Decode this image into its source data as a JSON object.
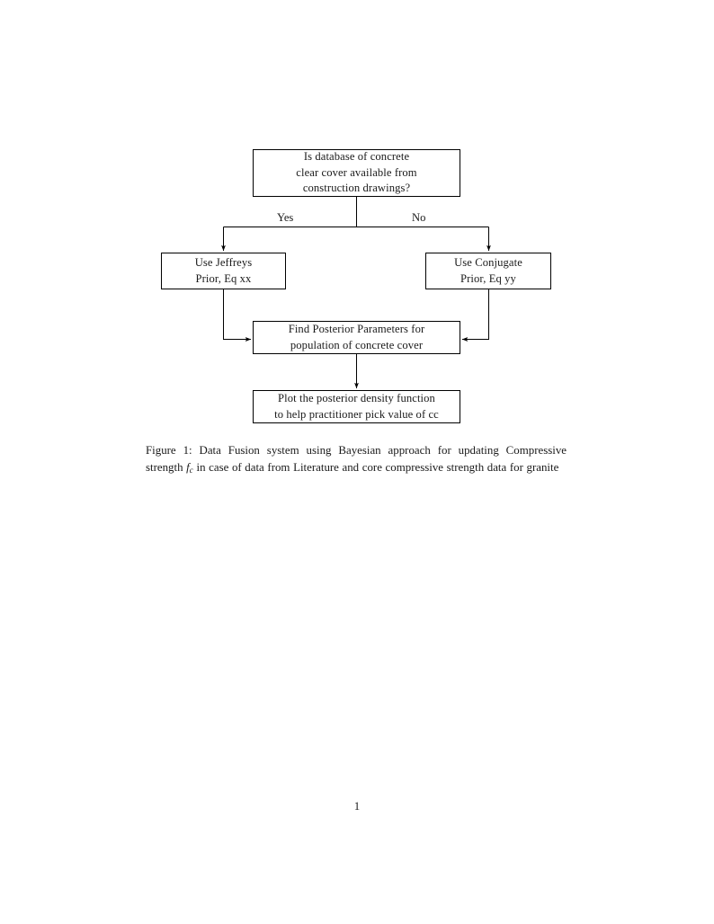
{
  "document": {
    "page_number": "1",
    "background_color": "#ffffff",
    "text_color": "#1a1a1a",
    "line_color": "#000000"
  },
  "figure": {
    "nodes": {
      "decision": {
        "lines": [
          "Is database of concrete",
          "clear cover available from",
          "construction drawings?"
        ]
      },
      "jeffreys": {
        "lines": [
          "Use Jeffreys",
          "Prior, Eq xx"
        ]
      },
      "conjugate": {
        "lines": [
          "Use Conjugate",
          "Prior, Eq yy"
        ]
      },
      "posterior": {
        "lines": [
          "Find Posterior Parameters for",
          "population of concrete cover"
        ]
      },
      "plot": {
        "lines": [
          "Plot the posterior density function",
          "to help practitioner pick value of cc"
        ]
      }
    },
    "edge_labels": {
      "yes": "Yes",
      "no": "No"
    }
  },
  "caption": {
    "label": "Figure 1:",
    "text_before_math": " Data Fusion system using Bayesian approach for updating Compressive strength ",
    "math_variable": "f",
    "math_subscript": "c",
    "text_after_math": " in case of data from Literature and core compressive strength data for granite"
  }
}
